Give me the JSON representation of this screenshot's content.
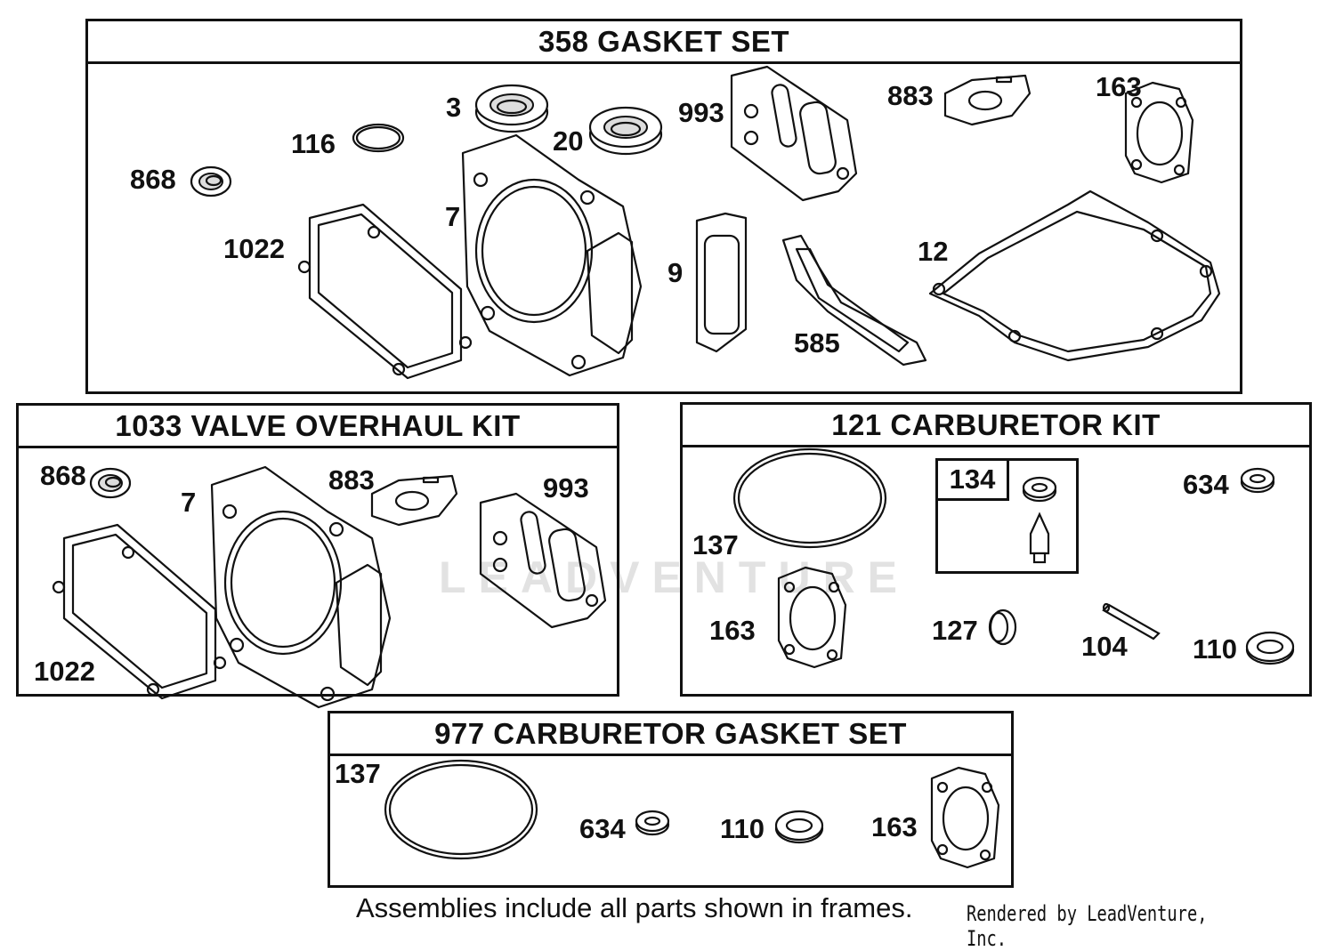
{
  "frames": {
    "gasket_set": {
      "title": "358 GASKET SET"
    },
    "valve_kit": {
      "title": "1033 VALVE OVERHAUL KIT"
    },
    "carb_kit": {
      "title": "121 CARBURETOR KIT",
      "sub_frame": "134"
    },
    "carb_gasket_set": {
      "title": "977 CARBURETOR  GASKET SET"
    }
  },
  "labels": {
    "gasket_set": [
      "868",
      "116",
      "3",
      "20",
      "993",
      "883",
      "163",
      "1022",
      "7",
      "9",
      "585",
      "12"
    ],
    "valve_kit": [
      "868",
      "7",
      "883",
      "993",
      "1022"
    ],
    "carb_kit": [
      "137",
      "634",
      "163",
      "127",
      "104",
      "110"
    ],
    "carb_gasket_set": [
      "137",
      "634",
      "110",
      "163"
    ]
  },
  "footer": {
    "note": "Assemblies include all parts shown in frames.",
    "credit": "Rendered by LeadVenture, Inc."
  },
  "watermark": "LEADVENTURE"
}
